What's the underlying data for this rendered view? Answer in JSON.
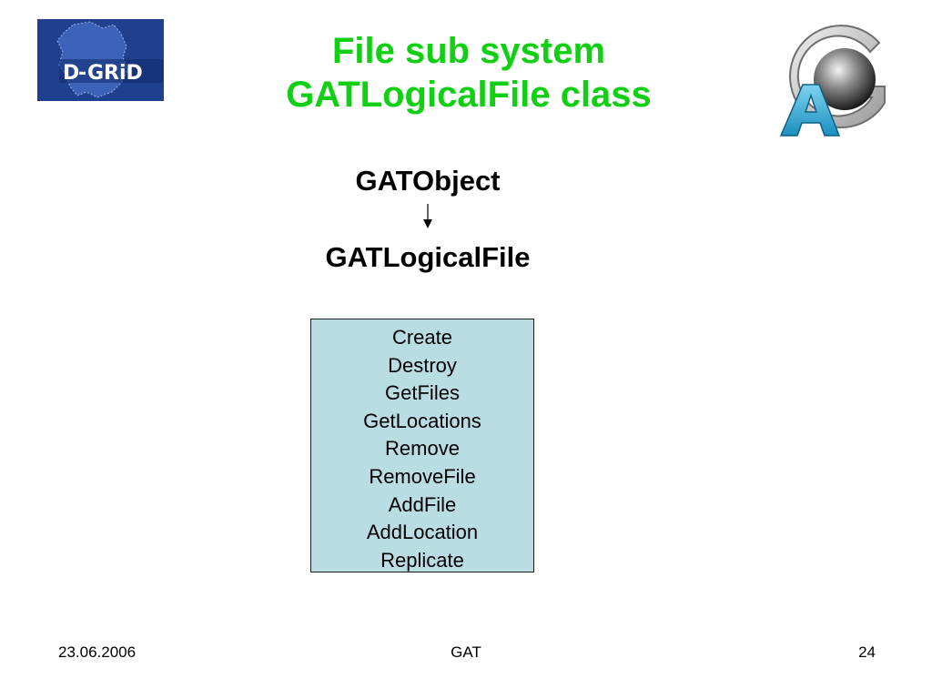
{
  "slide": {
    "title_line1": "File sub system",
    "title_line2": "GATLogicalFile class",
    "title_color": "#11d014"
  },
  "logos": {
    "left": {
      "name": "dgrid-logo",
      "text": "D-GRiD"
    },
    "right": {
      "name": "gat-logo",
      "text": "AG"
    }
  },
  "hierarchy": {
    "parent": "GATObject",
    "child": "GATLogicalFile"
  },
  "methods": {
    "box_color": "#b9dde2",
    "items": [
      "Create",
      "Destroy",
      "GetFiles",
      "GetLocations",
      "Remove",
      "RemoveFile",
      "AddFile",
      "AddLocation",
      "Replicate"
    ]
  },
  "footer": {
    "date": "23.06.2006",
    "center": "GAT",
    "page": "24"
  }
}
